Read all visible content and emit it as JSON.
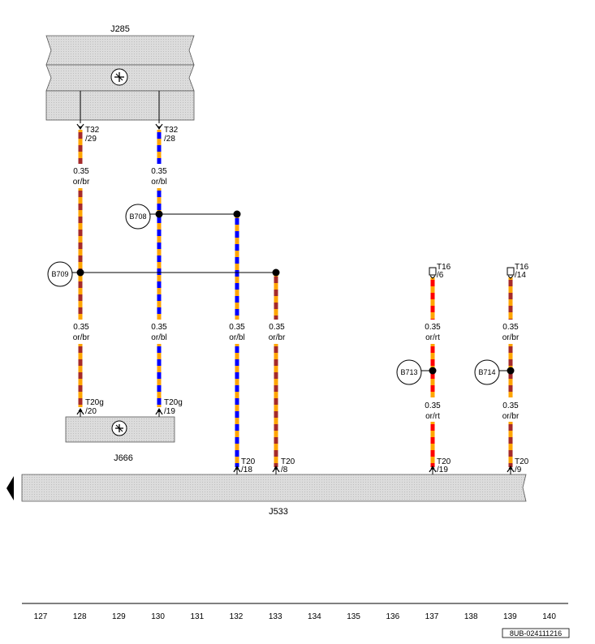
{
  "components": {
    "j285": "J285",
    "j666": "J666",
    "j533": "J533"
  },
  "wires": [
    {
      "id": "w128a",
      "section": "0.35",
      "color": "or/br"
    },
    {
      "id": "w130a",
      "section": "0.35",
      "color": "or/bl"
    },
    {
      "id": "w128b",
      "section": "0.35",
      "color": "or/br"
    },
    {
      "id": "w130b",
      "section": "0.35",
      "color": "or/bl"
    },
    {
      "id": "w132",
      "section": "0.35",
      "color": "or/bl"
    },
    {
      "id": "w133",
      "section": "0.35",
      "color": "or/br"
    },
    {
      "id": "w137a",
      "section": "0.35",
      "color": "or/rt"
    },
    {
      "id": "w139a",
      "section": "0.35",
      "color": "or/br"
    },
    {
      "id": "w137b",
      "section": "0.35",
      "color": "or/rt"
    },
    {
      "id": "w139b",
      "section": "0.35",
      "color": "or/br"
    }
  ],
  "connectors": [
    {
      "id": "c1",
      "name": "T32",
      "pin": "/29"
    },
    {
      "id": "c2",
      "name": "T32",
      "pin": "/28"
    },
    {
      "id": "c3",
      "name": "T20g",
      "pin": "/20"
    },
    {
      "id": "c4",
      "name": "T20g",
      "pin": "/19"
    },
    {
      "id": "c5",
      "name": "T20",
      "pin": "/18"
    },
    {
      "id": "c6",
      "name": "T20",
      "pin": "/8"
    },
    {
      "id": "c7",
      "name": "T20",
      "pin": "/19"
    },
    {
      "id": "c8",
      "name": "T20",
      "pin": "/9"
    },
    {
      "id": "c9",
      "name": "T16",
      "pin": "/6"
    },
    {
      "id": "c10",
      "name": "T16",
      "pin": "/14"
    }
  ],
  "splices": [
    "B708",
    "B709",
    "B713",
    "B714"
  ],
  "scale": [
    "127",
    "128",
    "129",
    "130",
    "131",
    "132",
    "133",
    "134",
    "135",
    "136",
    "137",
    "138",
    "139",
    "140"
  ],
  "doc_code": "8UB-024111216",
  "colors": {
    "or": "#ffa500",
    "br": "#a52a2a",
    "bl": "#0000ff",
    "rt": "#ff0000",
    "component_fill": "#d9d9d9"
  }
}
